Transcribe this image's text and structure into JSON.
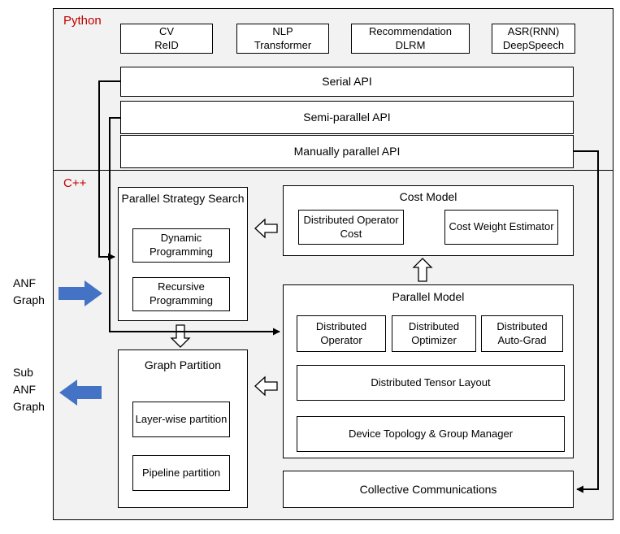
{
  "colors": {
    "label_red": "#C00000",
    "arrow_blue": "#4472C4"
  },
  "python": {
    "label": "Python",
    "apps": [
      "CV\nReID",
      "NLP\nTransformer",
      "Recommendation\nDLRM",
      "ASR(RNN)\nDeepSpeech"
    ],
    "apis": [
      "Serial API",
      "Semi-parallel API",
      "Manually parallel API"
    ]
  },
  "cpp": {
    "label": "C++",
    "pss": {
      "title": "Parallel Strategy Search",
      "items": [
        "Dynamic Programming",
        "Recursive Programming"
      ]
    },
    "cost_model": {
      "title": "Cost Model",
      "items": [
        "Distributed Operator Cost",
        "Cost Weight Estimator"
      ]
    },
    "parallel_model": {
      "title": "Parallel Model",
      "items": [
        "Distributed Operator",
        "Distributed Optimizer",
        "Distributed Auto-Grad"
      ],
      "wide_items": [
        "Distributed Tensor Layout",
        "Device Topology & Group Manager"
      ]
    },
    "graph_partition": {
      "title": "Graph Partition",
      "items": [
        "Layer-wise partition",
        "Pipeline partition"
      ]
    },
    "collective": "Collective Communications"
  },
  "side": {
    "anf": "ANF\nGraph",
    "sub_anf": "Sub\nANF\nGraph"
  }
}
